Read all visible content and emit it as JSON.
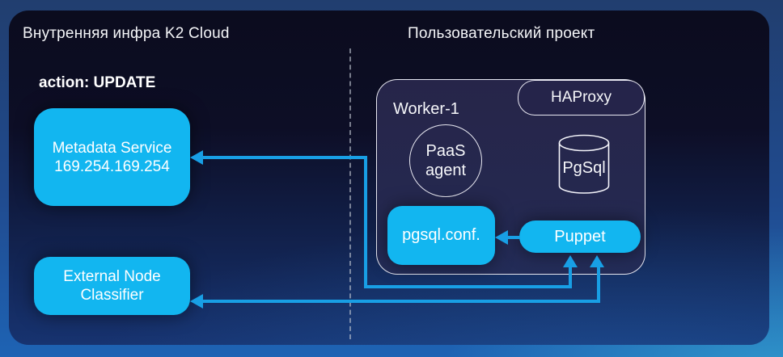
{
  "slide": {
    "left_section_title": "Внутренняя инфра K2 Cloud",
    "right_section_title": "Пользовательский проект",
    "action_label": "action: UPDATE"
  },
  "nodes": {
    "metadata_service": {
      "line1": "Metadata Service",
      "line2": "169.254.169.254"
    },
    "external_node_classifier": {
      "line1": "External Node",
      "line2": "Classifier"
    },
    "worker": {
      "label": "Worker-1"
    },
    "haproxy": {
      "label": "HAProxy"
    },
    "paas_agent": {
      "line1": "PaaS",
      "line2": "agent"
    },
    "pgsql_db": {
      "label": "PgSql"
    },
    "pgsql_conf": {
      "label": "pgsql.conf."
    },
    "puppet": {
      "label": "Puppet"
    }
  },
  "colors": {
    "node_fill": "#12b6f0",
    "connector": "#189fe5",
    "container_fill": "#25244a",
    "container_border": "#f8f8ff",
    "panel_top": "#0b0c1e",
    "panel_bottom": "#173370",
    "outer_top": "#213e6f",
    "outer_bottom": "#1e63b4",
    "divider": "#c0c6d0",
    "text": "#ffffff"
  }
}
